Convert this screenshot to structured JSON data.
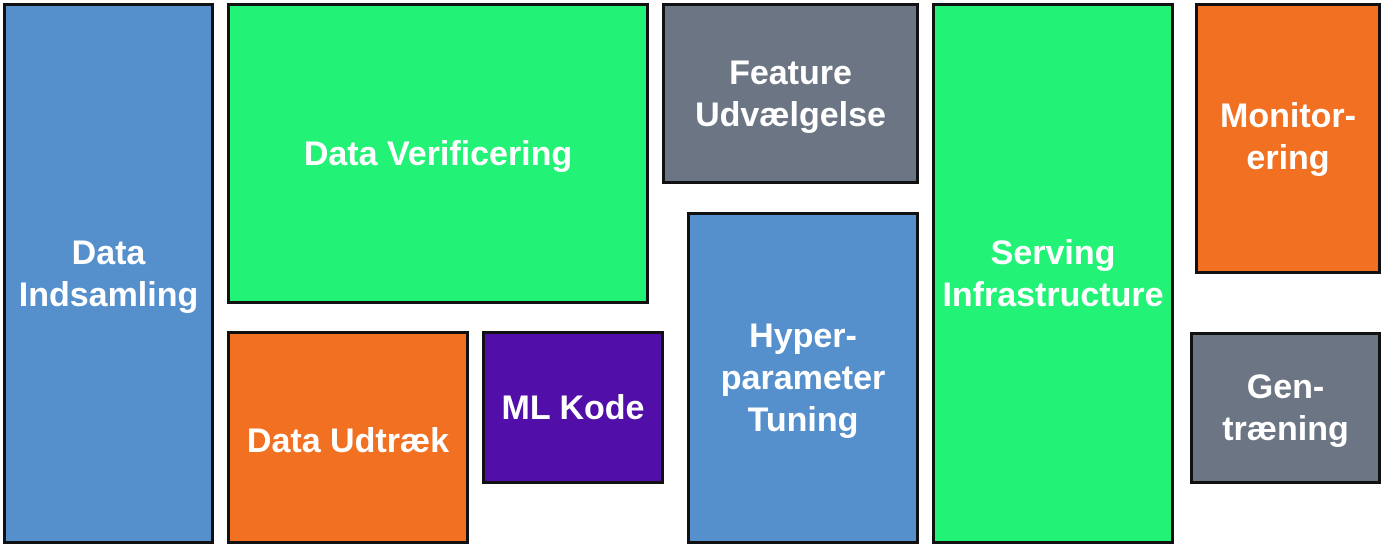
{
  "diagram": {
    "boxes": [
      {
        "id": "data_indsamling",
        "label": "Data\nIndsamling",
        "color": "#5590cc"
      },
      {
        "id": "data_verificering",
        "label": "Data Verificering",
        "color": "#22f376"
      },
      {
        "id": "feature_udvaelgelse",
        "label": "Feature\nUdvælgelse",
        "color": "#6b7583"
      },
      {
        "id": "serving_infrastructure",
        "label": "Serving\nInfrastructure",
        "color": "#22f376"
      },
      {
        "id": "monitorering",
        "label": "Monitor-\nering",
        "color": "#f27022"
      },
      {
        "id": "hyperparameter_tuning",
        "label": "Hyper-\nparameter\nTuning",
        "color": "#5590cc"
      },
      {
        "id": "data_udtraek",
        "label": "Data Udtræk",
        "color": "#f27022"
      },
      {
        "id": "ml_kode",
        "label": "ML Kode",
        "color": "#510ea8"
      },
      {
        "id": "gentraening",
        "label": "Gen-\ntræning",
        "color": "#6b7583"
      }
    ]
  }
}
